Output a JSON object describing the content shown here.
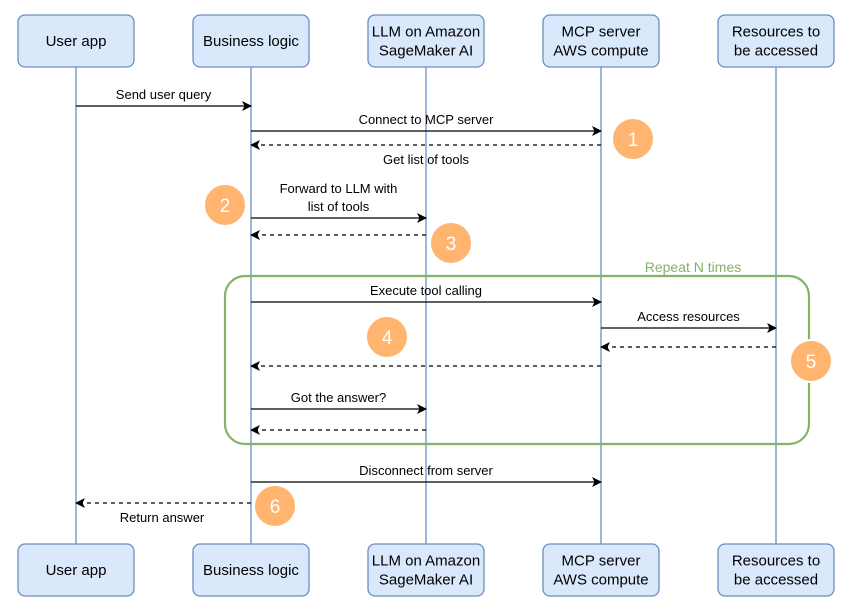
{
  "actors": [
    {
      "id": "user",
      "lines": [
        "User app"
      ]
    },
    {
      "id": "biz",
      "lines": [
        "Business logic"
      ]
    },
    {
      "id": "llm",
      "lines": [
        "LLM on Amazon",
        "SageMaker AI"
      ]
    },
    {
      "id": "mcp",
      "lines": [
        "MCP server",
        "AWS compute"
      ]
    },
    {
      "id": "res",
      "lines": [
        "Resources to",
        "be accessed"
      ]
    }
  ],
  "messages": [
    {
      "from": "user",
      "to": "biz",
      "dashed": false,
      "label": [
        "Send user query"
      ],
      "label_pos": "above"
    },
    {
      "from": "biz",
      "to": "mcp",
      "dashed": false,
      "label": [
        "Connect to MCP server"
      ],
      "label_pos": "above"
    },
    {
      "from": "mcp",
      "to": "biz",
      "dashed": true,
      "label": [
        "Get list of tools"
      ],
      "label_pos": "below"
    },
    {
      "from": "biz",
      "to": "llm",
      "dashed": false,
      "label": [
        "Forward to LLM with",
        "list of tools"
      ],
      "label_pos": "above"
    },
    {
      "from": "llm",
      "to": "biz",
      "dashed": true,
      "label": [],
      "label_pos": "above"
    },
    {
      "from": "biz",
      "to": "mcp",
      "dashed": false,
      "label": [
        "Execute tool calling"
      ],
      "label_pos": "above"
    },
    {
      "from": "mcp",
      "to": "res",
      "dashed": false,
      "label": [
        "Access resources"
      ],
      "label_pos": "above"
    },
    {
      "from": "res",
      "to": "mcp",
      "dashed": true,
      "label": [],
      "label_pos": "above"
    },
    {
      "from": "mcp",
      "to": "biz",
      "dashed": true,
      "label": [],
      "label_pos": "above"
    },
    {
      "from": "biz",
      "to": "llm",
      "dashed": false,
      "label": [
        "Got the answer?"
      ],
      "label_pos": "above"
    },
    {
      "from": "llm",
      "to": "biz",
      "dashed": true,
      "label": [],
      "label_pos": "above"
    },
    {
      "from": "biz",
      "to": "mcp",
      "dashed": false,
      "label": [
        "Disconnect from server"
      ],
      "label_pos": "above"
    },
    {
      "from": "biz",
      "to": "user",
      "dashed": true,
      "label": [
        "Return answer"
      ],
      "label_pos": "below"
    }
  ],
  "steps": [
    "1",
    "2",
    "3",
    "4",
    "5",
    "6"
  ],
  "loop": {
    "label": "Repeat N times"
  },
  "colors": {
    "actor_fill": "#dae8fc",
    "actor_stroke": "#6c8ebf",
    "step_fill": "#ffb570",
    "loop_stroke": "#82b366"
  }
}
